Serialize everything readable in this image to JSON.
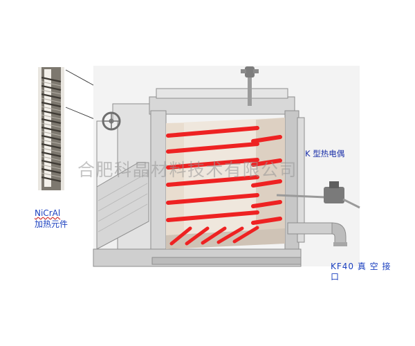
{
  "labels": {
    "heater_line1": "NiCrAl",
    "heater_line2": "加热元件",
    "thermocouple": "K 型热电偶",
    "port_line1": "KF40 真 空 接",
    "port_line2": "口"
  },
  "watermark": "合肥科晶材料技术有限公司",
  "colors": {
    "heater_red": "#ee2222",
    "label_blue": "#1a3fbf",
    "frame_gray": "#c8c8c8",
    "chamber_beige": "#e8ddd2"
  }
}
